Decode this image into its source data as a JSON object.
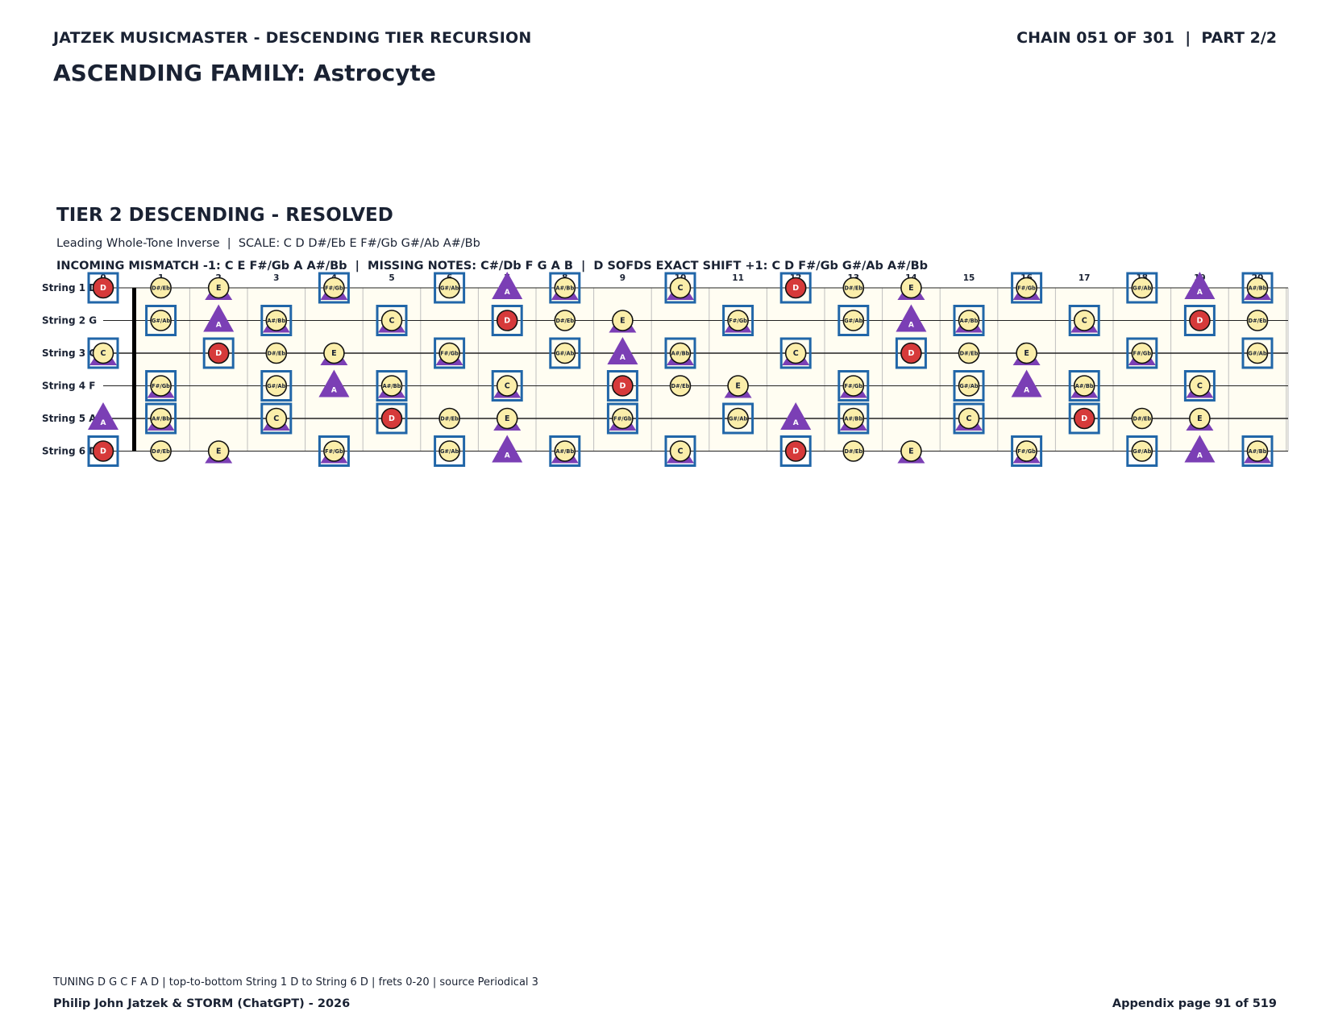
{
  "header": {
    "title": "JATZEK MUSICMASTER - DESCENDING TIER RECURSION",
    "chain": "CHAIN 051 OF 301  |  PART 2/2"
  },
  "family_title": "ASCENDING FAMILY: Astrocyte",
  "tier": {
    "title": "TIER 2 DESCENDING - RESOLVED",
    "subtitle": "Leading Whole-Tone Inverse  |  SCALE: C D D#/Eb E F#/Gb G#/Ab A#/Bb",
    "info": "INCOMING MISMATCH -1: C E F#/Gb A A#/Bb  |  MISSING NOTES: C#/Db F G A B  |  D SOFDS EXACT SHIFT +1: C D F#/Gb G#/Ab A#/Bb"
  },
  "strings": [
    {
      "label": "String 1 D",
      "open": "D"
    },
    {
      "label": "String 2 G",
      "open": "G"
    },
    {
      "label": "String 3 C",
      "open": "C"
    },
    {
      "label": "String 4 F",
      "open": "F"
    },
    {
      "label": "String 5 A",
      "open": "A"
    },
    {
      "label": "String 6 D",
      "open": "D"
    }
  ],
  "frets": [
    0,
    1,
    2,
    3,
    4,
    5,
    6,
    7,
    8,
    9,
    10,
    11,
    12,
    13,
    14,
    15,
    16,
    17,
    18,
    19,
    20
  ],
  "chromatic": [
    "C",
    "C#/Db",
    "D",
    "D#/Eb",
    "E",
    "F",
    "F#/Gb",
    "G",
    "G#/Ab",
    "A",
    "A#/Bb",
    "B"
  ],
  "scale_notes": [
    "C",
    "D",
    "D#/Eb",
    "E",
    "F#/Gb",
    "G#/Ab",
    "A#/Bb"
  ],
  "triangle_notes": [
    "C",
    "E",
    "F#/Gb",
    "A",
    "A#/Bb"
  ],
  "square_notes": [
    "C",
    "D",
    "F#/Gb",
    "G#/Ab",
    "A#/Bb"
  ],
  "root_note": "D",
  "colors": {
    "root": "#d63a3a",
    "note": "#fbeeaa",
    "triangle": "#7b3fb5",
    "square": "#2166a8",
    "board": "#fffdf2",
    "text": "#1a2233"
  },
  "footer": {
    "note": "TUNING D G C F A D | top-to-bottom String 1 D to String 6 D | frets 0-20 | source Periodical 3",
    "credit": "Philip John Jatzek & STORM (ChatGPT) - 2026",
    "page": "Appendix page 91 of 519"
  }
}
